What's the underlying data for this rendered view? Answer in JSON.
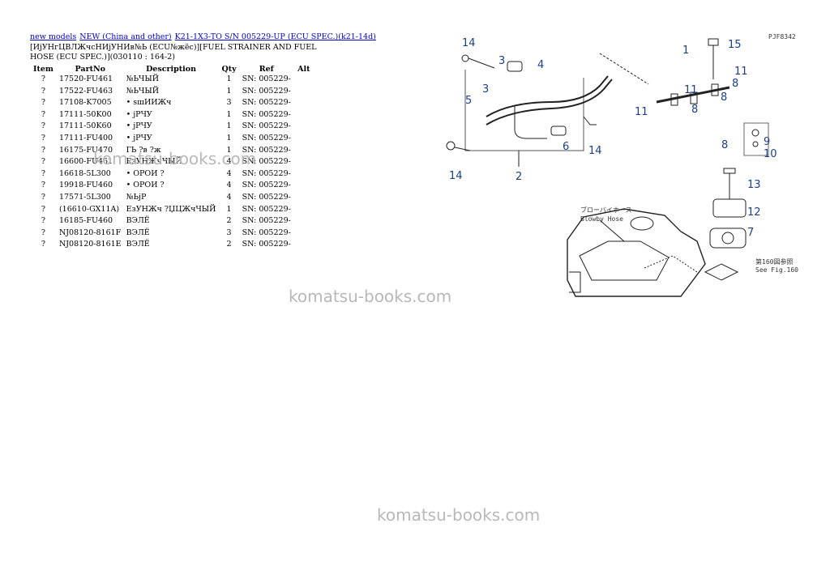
{
  "breadcrumb": {
    "links": [
      "new models",
      "NEW (China and other)",
      "K21-1X3-TO S/N 005229-UP (ECU SPEC.)(k21-14d)"
    ]
  },
  "page_title": "[ИјУНгЦВЛЖчсНИјУНИв№Ь (ECU№жёс)][FUEL STRAINER AND FUEL HOSE (ECU SPEC.)](030110 : 164-2)",
  "table": {
    "headers": [
      "Item",
      "PartNo",
      "Description",
      "Qty",
      "Ref",
      "Alt"
    ],
    "rows": [
      {
        "item": "?",
        "part": "17520-FU461",
        "desc": "№ЬЧЫЙ",
        "qty": "1",
        "ref": "SN: 005229-",
        "alt": ""
      },
      {
        "item": "?",
        "part": "17522-FU463",
        "desc": "№ЬЧЫЙ",
        "qty": "1",
        "ref": "SN: 005229-",
        "alt": ""
      },
      {
        "item": "?",
        "part": "17108-K7005",
        "desc": "• sшИИЖч",
        "qty": "3",
        "ref": "SN: 005229-",
        "alt": ""
      },
      {
        "item": "?",
        "part": "17111-50K00",
        "desc": "• јРЧУ",
        "qty": "1",
        "ref": "SN: 005229-",
        "alt": ""
      },
      {
        "item": "?",
        "part": "17111-50K60",
        "desc": "• јРЧУ",
        "qty": "1",
        "ref": "SN: 005229-",
        "alt": ""
      },
      {
        "item": "?",
        "part": "17111-FU400",
        "desc": "• јРЧУ",
        "qty": "1",
        "ref": "SN: 005229-",
        "alt": ""
      },
      {
        "item": "?",
        "part": "16175-FU470",
        "desc": "ГЬ ?в ?ж",
        "qty": "1",
        "ref": "SN: 005229-",
        "alt": ""
      },
      {
        "item": "?",
        "part": "16600-FU461",
        "desc": "ЕзУНЖчЧЫЙ",
        "qty": "4",
        "ref": "SN: 005229-",
        "alt": ""
      },
      {
        "item": "?",
        "part": "16618-5L300",
        "desc": "• ОРОИ ?",
        "qty": "4",
        "ref": "SN: 005229-",
        "alt": ""
      },
      {
        "item": "?",
        "part": "19918-FU460",
        "desc": "• ОРОИ ?",
        "qty": "4",
        "ref": "SN: 005229-",
        "alt": ""
      },
      {
        "item": "?",
        "part": "17571-5L300",
        "desc": "№ЬјР",
        "qty": "4",
        "ref": "SN: 005229-",
        "alt": ""
      },
      {
        "item": "?",
        "part": "(16610-GX11A)",
        "desc": "ЕзУНЖч ?ЏЦЖчЧЫЙ",
        "qty": "1",
        "ref": "SN: 005229-",
        "alt": ""
      },
      {
        "item": "?",
        "part": "16185-FU460",
        "desc": "ВЭЛЁ",
        "qty": "2",
        "ref": "SN: 005229-",
        "alt": ""
      },
      {
        "item": "?",
        "part": "NJ08120-8161F",
        "desc": "ВЭЛЁ",
        "qty": "3",
        "ref": "SN: 005229-",
        "alt": ""
      },
      {
        "item": "?",
        "part": "NJ08120-8161E",
        "desc": "ВЭЛЁ",
        "qty": "2",
        "ref": "SN: 005229-",
        "alt": ""
      }
    ]
  },
  "watermark": "komatsu-books.com",
  "diagram": {
    "code": "PJF8342",
    "callouts": [
      "14",
      "3",
      "4",
      "1",
      "15",
      "11",
      "11",
      "8",
      "8",
      "11",
      "8",
      "5",
      "3",
      "6",
      "14",
      "14",
      "2",
      "9",
      "8",
      "10",
      "13",
      "12",
      "7"
    ],
    "jp_blowby": "ブローバイホース",
    "blowby_label": "Blowby Hose",
    "jp_see": "第160図参照",
    "see_label": "See Fig.160"
  },
  "colors": {
    "callout": "#1a3e8c",
    "link": "#0000cc",
    "watermark": "#b8b8b8"
  }
}
